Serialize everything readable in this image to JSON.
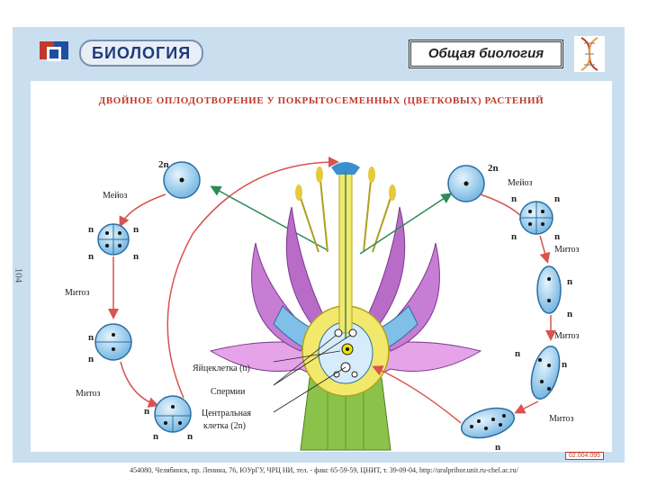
{
  "header": {
    "brand_label": "БИОЛОГИЯ",
    "subject_label": "Общая биология",
    "side_number": "104"
  },
  "diagram": {
    "title": "ДВОЙНОЕ ОПЛОДОТВОРЕНИЕ У ПОКРЫТОСЕМЕННЫХ (ЦВЕТКОВЫХ) РАСТЕНИЙ",
    "left_cycle": {
      "ploidy_top": "2n",
      "meiosis_label": "Мейоз",
      "n_labels": [
        "n",
        "n",
        "n",
        "n"
      ],
      "mitosis_1": "Митоз",
      "n_after_mitosis_1": [
        "n",
        "n"
      ],
      "mitosis_2": "Митоз",
      "n_after_mitosis_2": [
        "n",
        "n",
        "n"
      ]
    },
    "right_cycle": {
      "ploidy_top": "2n",
      "meiosis_label": "Мейоз",
      "n_labels": [
        "n",
        "n",
        "n",
        "n"
      ],
      "mitosis_1": "Митоз",
      "n_after_mitosis_1": [
        "n",
        "n"
      ],
      "mitosis_2": "Митоз",
      "n_after_mitosis_2": [
        "n",
        "n"
      ],
      "mitosis_3": "Митоз",
      "n_after_mitosis_3": [
        "n"
      ]
    },
    "flower_labels": {
      "egg_cell": "Яйцеклетка (n)",
      "sperm": "Спермии",
      "central_cell_line1": "Центральная",
      "central_cell_line2": "клетка (2n)"
    },
    "code_badge": "02.004.095"
  },
  "footer": {
    "text": "454080, Челябинск, пр. Ленина, 76, ЮУрГУ, ЧРЦ НИ, тел. - факс 65-59-59, ЦНИТ, т. 39-09-04, http://uralpribor.unit.ru-chel.ac.ru/"
  },
  "colors": {
    "cell_fill": "#a8d4f0",
    "arrow_red": "#d9534f",
    "arrow_green": "#2e8b57",
    "petal": "#c77dd4",
    "stem": "#8bc34a",
    "pistil": "#f2e86b"
  }
}
